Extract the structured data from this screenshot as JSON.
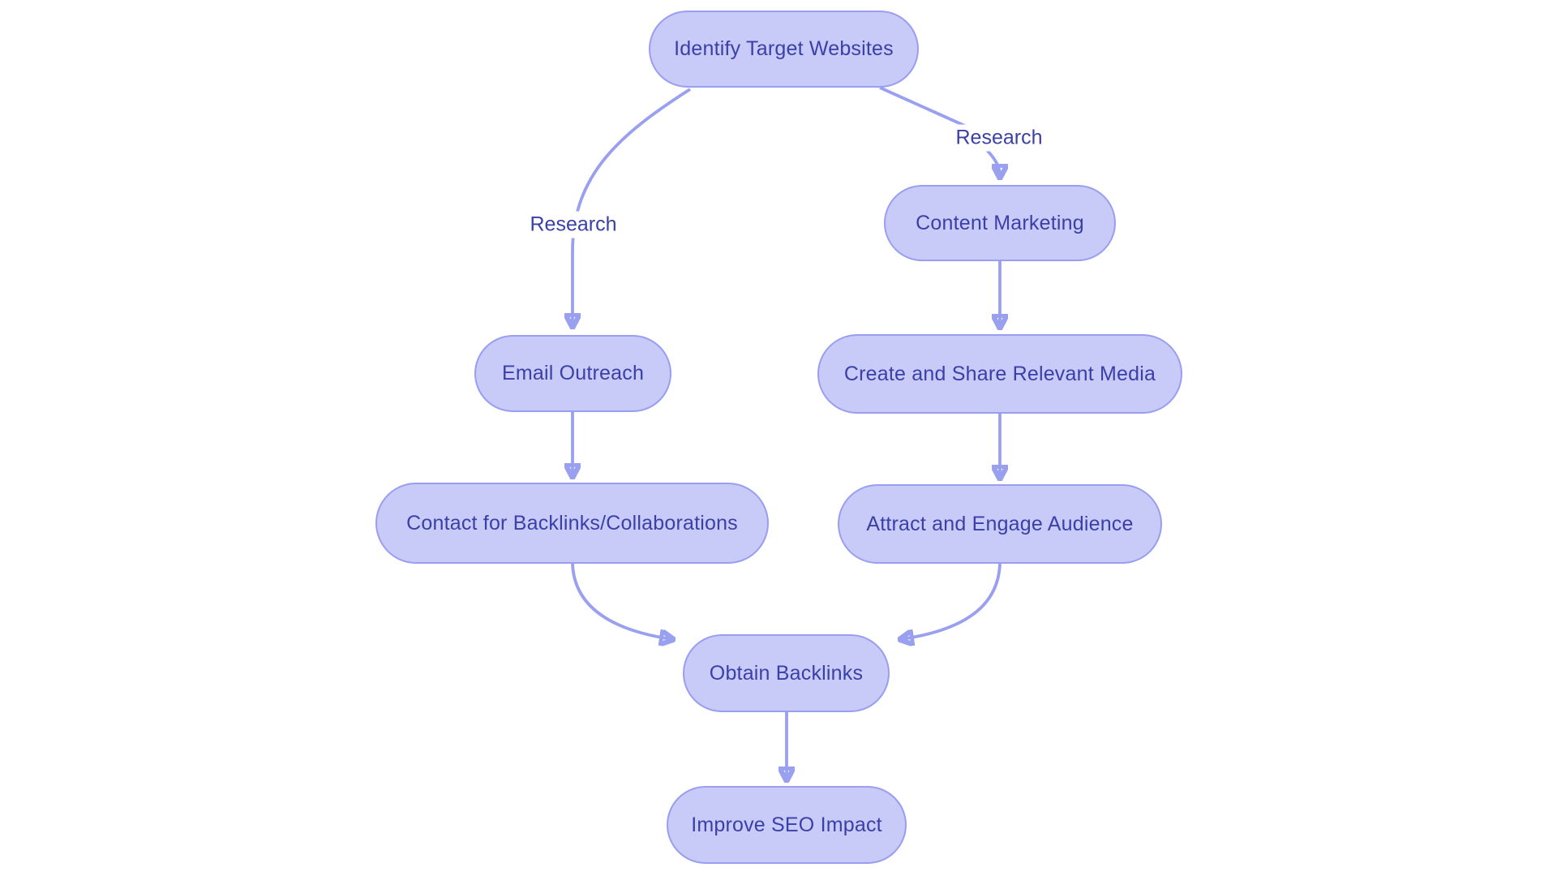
{
  "diagram": {
    "type": "flowchart",
    "colors": {
      "background": "#ffffff",
      "node_fill": "#c8caf8",
      "node_border": "#999ef0",
      "edge": "#9aa0f0",
      "text": "#3a40a8"
    },
    "nodes": [
      {
        "id": "identify",
        "label": "Identify Target Websites"
      },
      {
        "id": "content",
        "label": "Content Marketing"
      },
      {
        "id": "email",
        "label": "Email Outreach"
      },
      {
        "id": "create",
        "label": "Create and Share Relevant Media"
      },
      {
        "id": "contact",
        "label": "Contact for Backlinks/Collaborations"
      },
      {
        "id": "attract",
        "label": "Attract and Engage Audience"
      },
      {
        "id": "obtain",
        "label": "Obtain Backlinks"
      },
      {
        "id": "improve",
        "label": "Improve SEO Impact"
      }
    ],
    "edges": [
      {
        "from": "identify",
        "to": "email",
        "label": "Research"
      },
      {
        "from": "identify",
        "to": "content",
        "label": "Research"
      },
      {
        "from": "content",
        "to": "create",
        "label": ""
      },
      {
        "from": "email",
        "to": "contact",
        "label": ""
      },
      {
        "from": "create",
        "to": "attract",
        "label": ""
      },
      {
        "from": "contact",
        "to": "obtain",
        "label": ""
      },
      {
        "from": "attract",
        "to": "obtain",
        "label": ""
      },
      {
        "from": "obtain",
        "to": "improve",
        "label": ""
      }
    ]
  }
}
